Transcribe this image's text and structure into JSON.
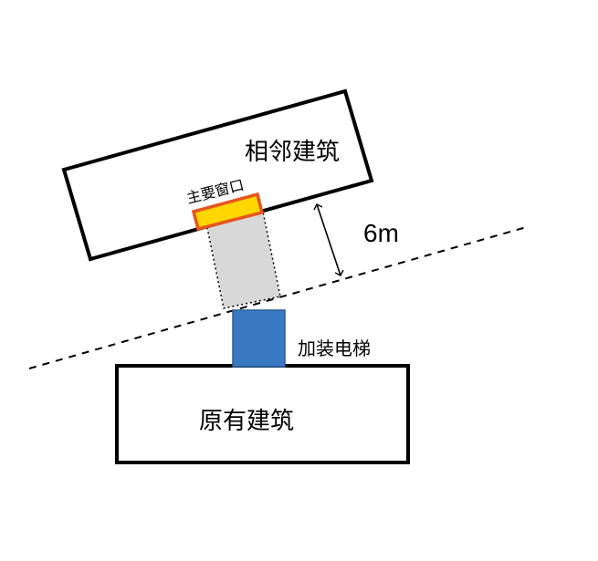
{
  "labels": {
    "neighbor_building": "相邻建筑",
    "main_window": "主要窗口",
    "distance": "6m",
    "added_elevator": "加装电梯",
    "existing_building": "原有建筑"
  },
  "colors": {
    "outline": "#000000",
    "window_fill": "#ffd700",
    "window_border": "#e8541e",
    "elevator_fill": "#3a78c3",
    "elevator_border": "#2a5d98",
    "corridor_fill": "#d8d8d8",
    "background": "#ffffff"
  }
}
